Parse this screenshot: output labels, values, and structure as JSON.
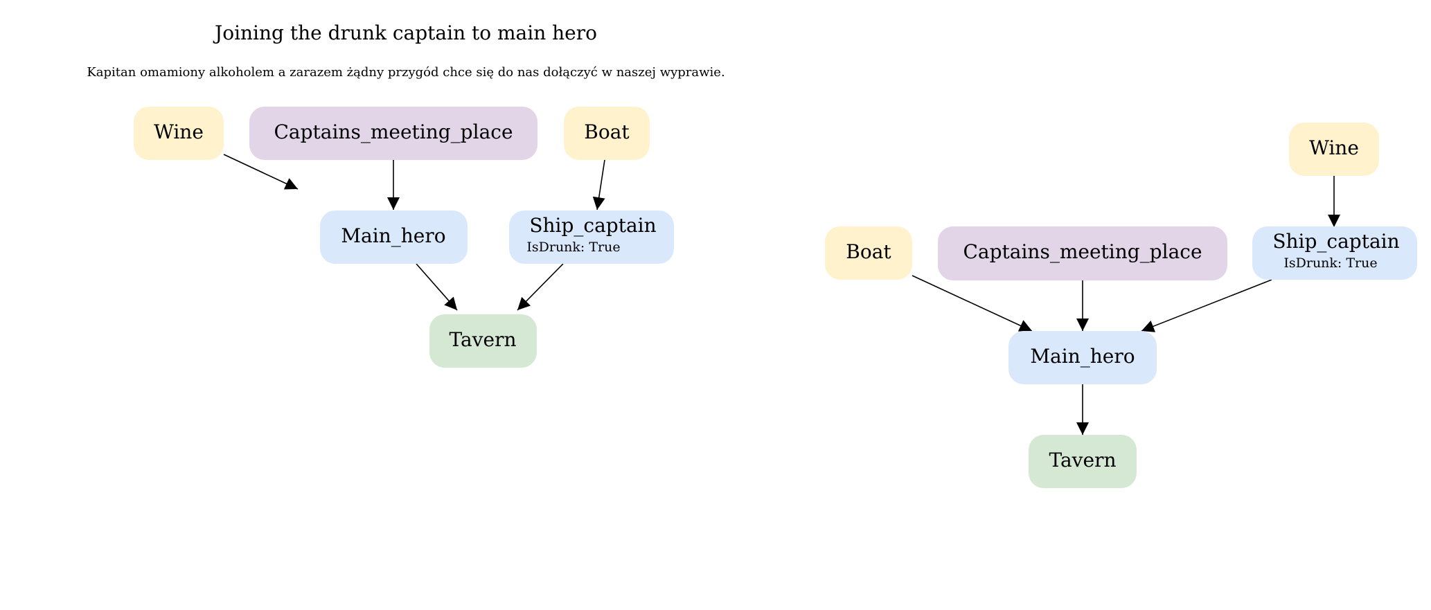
{
  "title": "Joining the drunk captain to main hero",
  "subtitle": "Kapitan omamiony alkoholem a zarazem żądny przygód chce się do nas dołączyć w naszej wyprawie.",
  "colors": {
    "item": "#fff2cc",
    "location": "#e1d5e7",
    "character": "#dae8fc",
    "place": "#d5e8d4",
    "edge": "#000000"
  },
  "before": {
    "wine": "Wine",
    "captains_meeting_place": "Captains_meeting_place",
    "boat": "Boat",
    "main_hero": "Main_hero",
    "ship_captain": "Ship_captain",
    "ship_captain_attr": "IsDrunk: True",
    "tavern": "Tavern"
  },
  "after": {
    "wine": "Wine",
    "boat": "Boat",
    "captains_meeting_place": "Captains_meeting_place",
    "ship_captain": "Ship_captain",
    "ship_captain_attr": "IsDrunk: True",
    "main_hero": "Main_hero",
    "tavern": "Tavern"
  }
}
